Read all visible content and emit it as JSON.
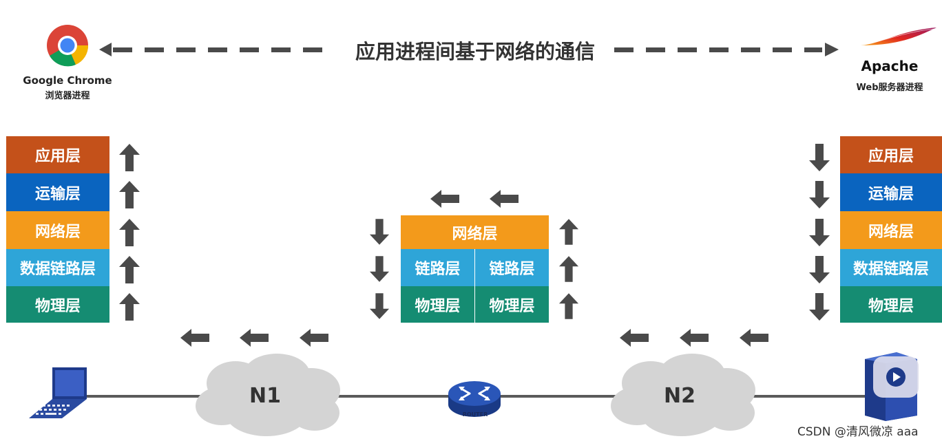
{
  "header": {
    "title": "应用进程间基于网络的通信"
  },
  "left_app": {
    "name": "Google Chrome",
    "desc": "浏览器进程"
  },
  "right_app": {
    "name": "Apache",
    "desc": "Web服务器进程"
  },
  "left_stack": [
    "应用层",
    "运输层",
    "网络层",
    "数据链路层",
    "物理层"
  ],
  "right_stack": [
    "应用层",
    "运输层",
    "网络层",
    "数据链路层",
    "物理层"
  ],
  "router_stack": {
    "network": "网络层",
    "link_left": "链路层",
    "link_right": "链路层",
    "phys_left": "物理层",
    "phys_right": "物理层"
  },
  "network": {
    "n1": "N1",
    "n2": "N2",
    "router_label": "ROUTER"
  },
  "watermark": "CSDN @清风微凉 aaa",
  "colors": {
    "application": "#c4511a",
    "transport": "#0a64bf",
    "network": "#f39a1b",
    "datalink": "#2ea5d8",
    "physical": "#158c72",
    "arrow": "#4a4a4a"
  }
}
